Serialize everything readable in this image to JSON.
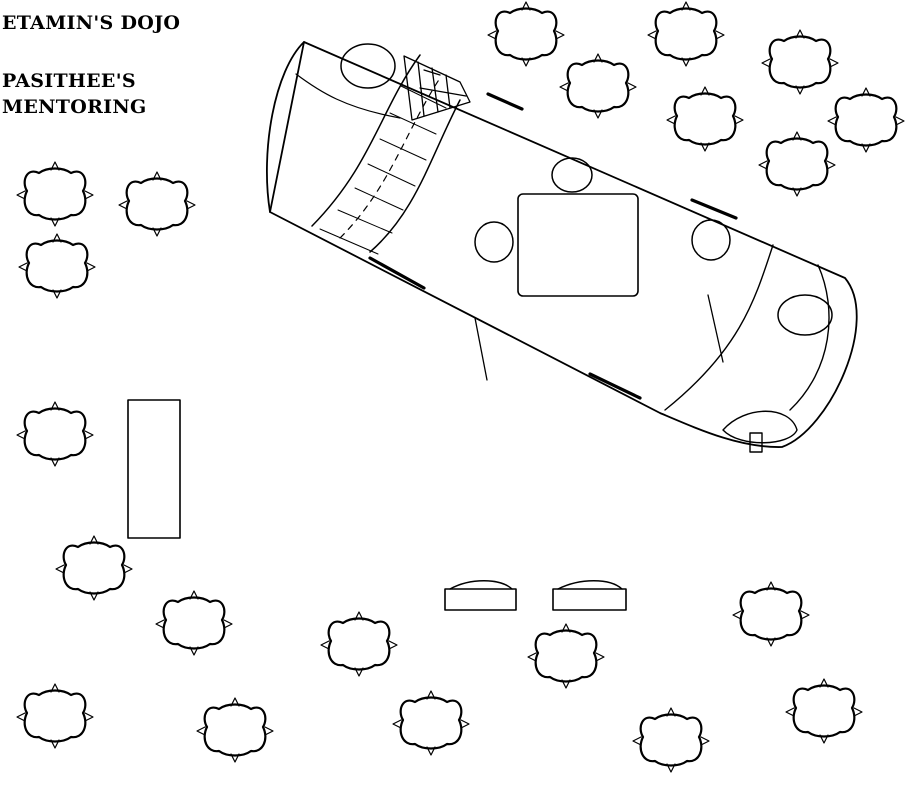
{
  "header": {
    "title": "ETAMIN'S DOJO",
    "subtitle_line1": "PASITHEE'S",
    "subtitle_line2": "MENTORING"
  },
  "colors": {
    "stroke": "#000000",
    "background": "#ffffff"
  },
  "icons": {
    "tree": "tree-icon",
    "table": "table-icon",
    "stool": "stool-icon",
    "bench": "bench-icon",
    "bridge": "bridge-icon",
    "ladder": "ladder-icon"
  }
}
